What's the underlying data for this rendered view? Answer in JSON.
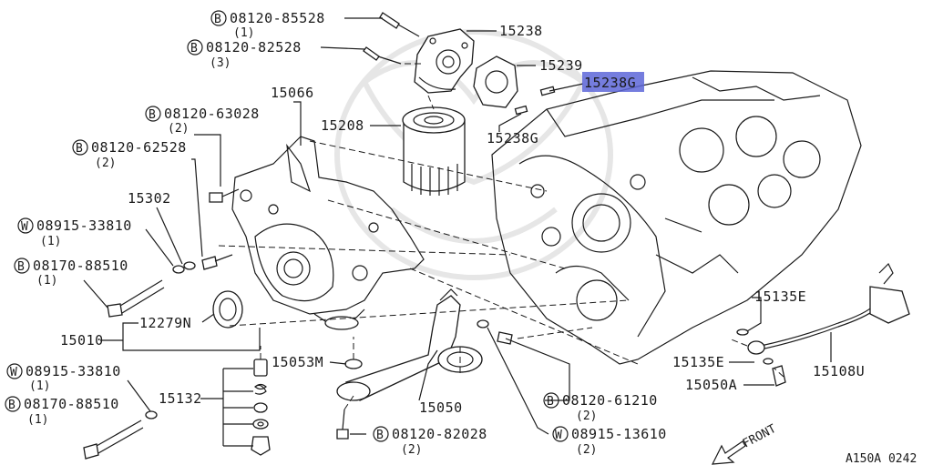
{
  "diagram_code": "A150A 0242",
  "front_label": "FRONT",
  "highlight_color": "#5d66d8",
  "parts": {
    "p15238": "15238",
    "p15239": "15239",
    "p15238g_top": "15238G",
    "p15238g_bottom": "15238G",
    "p15066": "15066",
    "p15208": "15208",
    "p15302": "15302",
    "p12279n": "12279N",
    "p15010": "15010",
    "p15053m": "15053M",
    "p15132": "15132",
    "p15050": "15050",
    "p15135e_top": "15135E",
    "p15135e_bottom": "15135E",
    "p15108u": "15108U",
    "p15050a": "15050A"
  },
  "fasteners": [
    {
      "prefix": "B",
      "number": "08120-85528",
      "qty": "(1)"
    },
    {
      "prefix": "B",
      "number": "08120-82528",
      "qty": "(3)"
    },
    {
      "prefix": "B",
      "number": "08120-63028",
      "qty": "(2)"
    },
    {
      "prefix": "B",
      "number": "08120-62528",
      "qty": "(2)"
    },
    {
      "prefix": "W",
      "number": "08915-33810",
      "qty": "(1)"
    },
    {
      "prefix": "B",
      "number": "08170-88510",
      "qty": "(1)"
    },
    {
      "prefix": "W",
      "number": "08915-33810",
      "qty": "(1)"
    },
    {
      "prefix": "B",
      "number": "08170-88510",
      "qty": "(1)"
    },
    {
      "prefix": "B",
      "number": "08120-61210",
      "qty": "(2)"
    },
    {
      "prefix": "B",
      "number": "08120-82028",
      "qty": "(2)"
    },
    {
      "prefix": "W",
      "number": "08915-13610",
      "qty": "(2)"
    }
  ]
}
